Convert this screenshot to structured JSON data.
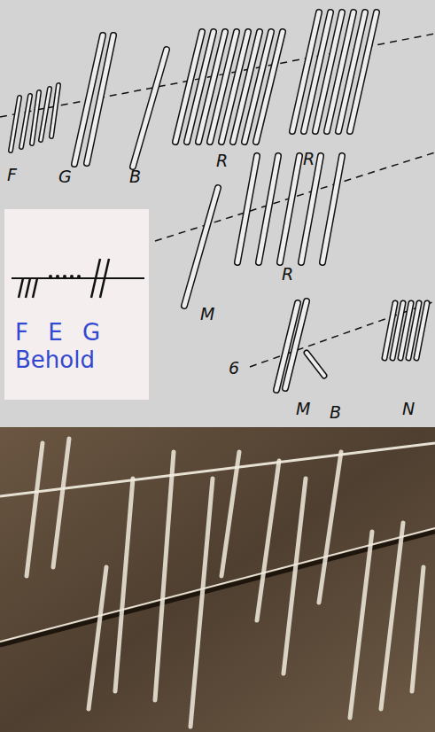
{
  "diagram": {
    "nodes": [
      {
        "text": [
          "F E G",
          "Behold"
        ]
      }
    ],
    "labels": [
      "F",
      "G",
      "B",
      "R",
      "R",
      "M",
      "R",
      "6",
      "M",
      "B",
      "N"
    ]
  }
}
